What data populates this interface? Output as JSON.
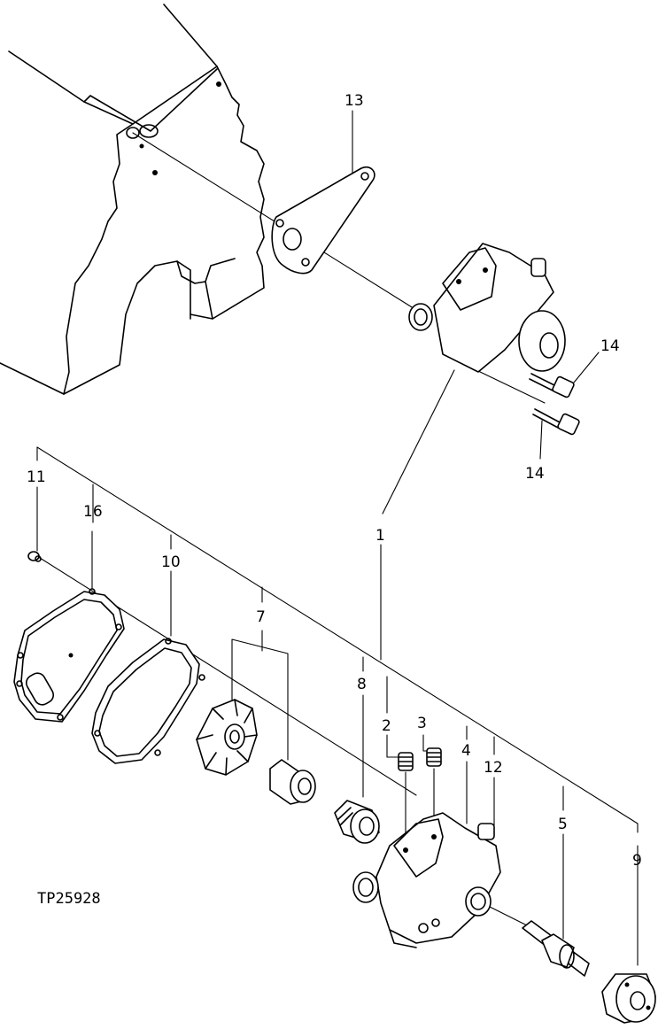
{
  "figure_id": "TP25928",
  "callouts": {
    "c1": "1",
    "c2": "2",
    "c3": "3",
    "c4": "4",
    "c5": "5",
    "c7": "7",
    "c8": "8",
    "c9": "9",
    "c10": "10",
    "c11": "11",
    "c12": "12",
    "c13": "13",
    "c14a": "14",
    "c14b": "14",
    "c16": "16"
  }
}
